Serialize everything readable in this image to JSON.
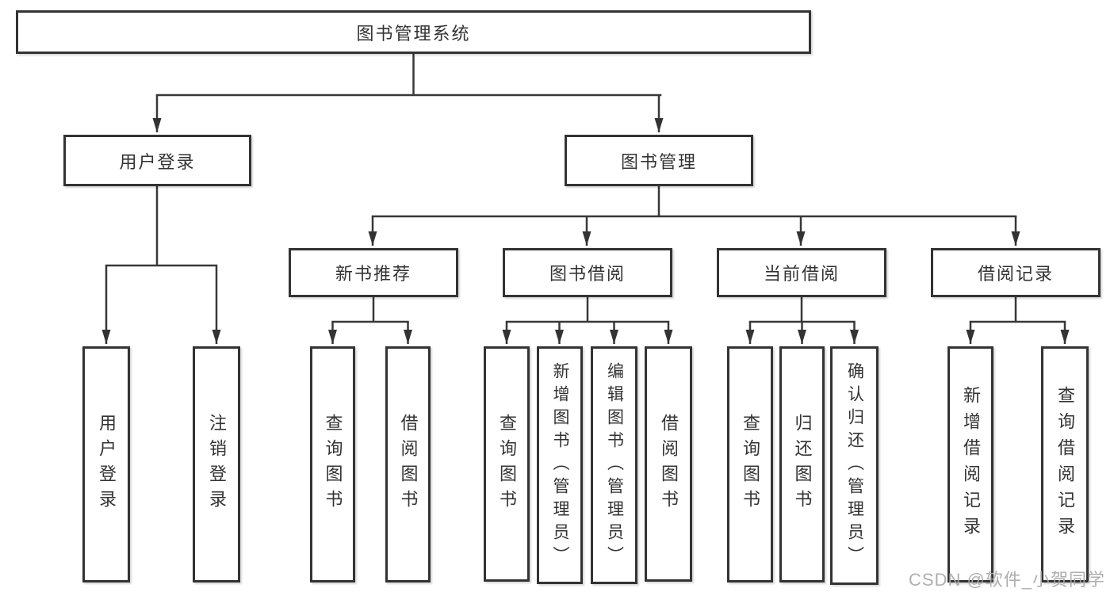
{
  "tree": {
    "root": "图书管理系统",
    "branches": [
      {
        "label": "用户登录",
        "children": [
          "用户登录",
          "注销登录"
        ]
      },
      {
        "label": "图书管理",
        "groups": [
          {
            "label": "新书推荐",
            "children": [
              "查询图书",
              "借阅图书"
            ]
          },
          {
            "label": "图书借阅",
            "children": [
              "查询图书",
              "新增图书（管理员）",
              "编辑图书（管理员）",
              "借阅图书"
            ]
          },
          {
            "label": "当前借阅",
            "children": [
              "查询图书",
              "归还图书",
              "确认归还（管理员）"
            ]
          },
          {
            "label": "借阅记录",
            "children": [
              "新增借阅记录",
              "查询借阅记录"
            ]
          }
        ]
      }
    ]
  },
  "watermark": {
    "text": "CSDN @软件_小贺同学"
  },
  "colors": {
    "line": "#383838",
    "text": "#333333",
    "box_border": "#333333",
    "background": "#ffffff",
    "watermark": "#a8a8a8"
  }
}
